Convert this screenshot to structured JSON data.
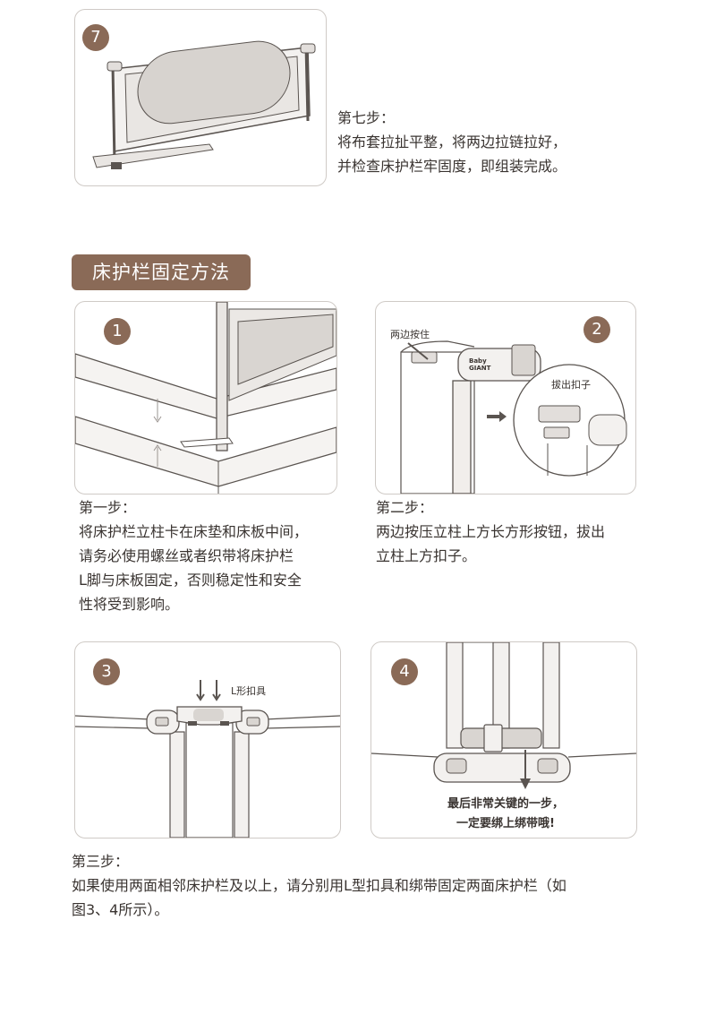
{
  "step7": {
    "badge": "7",
    "title": "第七步：",
    "lines": [
      "将布套拉扯平整，将两边拉链拉好，",
      "并检查床护栏牢固度，即组装完成。"
    ]
  },
  "section_title": "床护栏固定方法",
  "panel1": {
    "badge": "1",
    "title": "第一步：",
    "lines": [
      "将床护栏立柱卡在床垫和床板中间，",
      "请务必使用螺丝或者织带将床护栏",
      "L脚与床板固定，否则稳定性和安全",
      "性将受到影响。"
    ]
  },
  "panel2": {
    "badge": "2",
    "label_press": "两边按住",
    "label_pull": "拔出扣子",
    "logo_text": "Baby GIANT",
    "title": "第二步：",
    "lines": [
      "两边按压立柱上方长方形按钮，拔出",
      "立柱上方扣子。"
    ]
  },
  "panel3": {
    "badge": "3",
    "label_l": "L形扣具"
  },
  "panel4": {
    "badge": "4",
    "warn_lines": [
      "最后非常关键的一步，",
      "一定要绑上绑带哦!"
    ]
  },
  "step3": {
    "title": "第三步：",
    "lines": [
      "如果使用两面相邻床护栏及以上，请分别用L型扣具和绑带固定两面床护栏（如",
      "图3、4所示）。"
    ]
  },
  "colors": {
    "accent": "#8a6a57",
    "line": "#5a5450",
    "panel_border": "#cfcac6"
  }
}
